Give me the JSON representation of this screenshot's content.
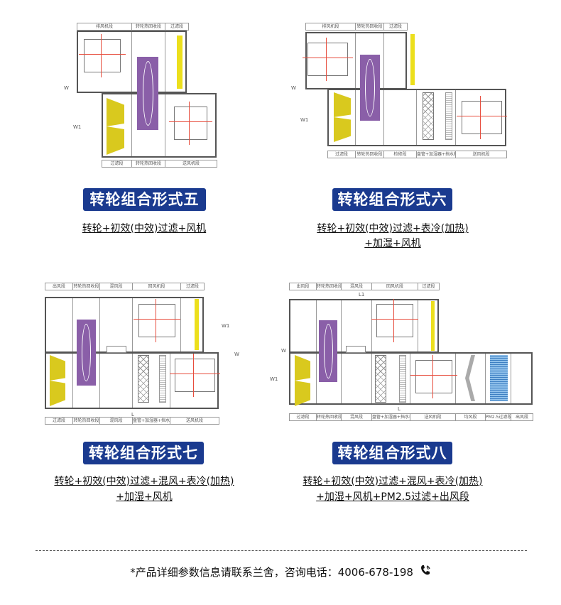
{
  "diagrams": [
    {
      "top_labels": [
        "排风机段",
        "转轮热回收段",
        "过滤段"
      ],
      "bottom_labels": [
        "过滤段",
        "转轮热回收段",
        "送风机段"
      ],
      "dims": [
        "W",
        "W1"
      ],
      "title": "转轮组合形式五",
      "caption": [
        "转轮+初效(中效)过滤+风机"
      ]
    },
    {
      "top_labels": [
        "排风机段",
        "转轮热回收段",
        "过滤段"
      ],
      "bottom_labels": [
        "过滤段",
        "转轮热回收段",
        "检修段",
        "盘管+加湿器+挡水板段",
        "送风机段"
      ],
      "dims": [
        "W",
        "W1"
      ],
      "title": "转轮组合形式六",
      "caption": [
        "转轮+初效(中效)过滤+表冷(加热)",
        "+加湿+风机"
      ]
    },
    {
      "top_labels": [
        "出风段",
        "转轮热回收段",
        "混风段",
        "回风机段",
        "过滤段"
      ],
      "bottom_labels": [
        "过滤段",
        "转轮热回收段",
        "混风段",
        "盘管+加湿器+挡水板段",
        "送风机段"
      ],
      "dims": [
        "L",
        "W",
        "W1"
      ],
      "title": "转轮组合形式七",
      "caption": [
        "转轮+初效(中效)过滤+混风+表冷(加热)",
        "+加湿+风机"
      ]
    },
    {
      "top_labels": [
        "出风段",
        "转轮热回收段",
        "混风段",
        "回风机段",
        "过滤段"
      ],
      "bottom_labels": [
        "过滤段",
        "转轮热回收段",
        "混风段",
        "盘管+加湿器+挡水板段",
        "送风机段",
        "均风段",
        "PM2.5过滤段",
        "出风段"
      ],
      "dims": [
        "L1",
        "L",
        "W",
        "W1"
      ],
      "title": "转轮组合形式八",
      "caption": [
        "转轮+初效(中效)过滤+混风+表冷(加热)",
        "+加湿+风机+PM2.5过滤+出风段"
      ]
    }
  ],
  "footer": {
    "note": "*产品详细参数信息请联系兰舍，咨询电话：4006-678-198",
    "icon": "phone-icon"
  },
  "colors": {
    "badge": "#1a3a8f",
    "wheel": "#8a5fa8",
    "filter": "#ecdf1c",
    "pm_filter": "#3d7fc2"
  }
}
